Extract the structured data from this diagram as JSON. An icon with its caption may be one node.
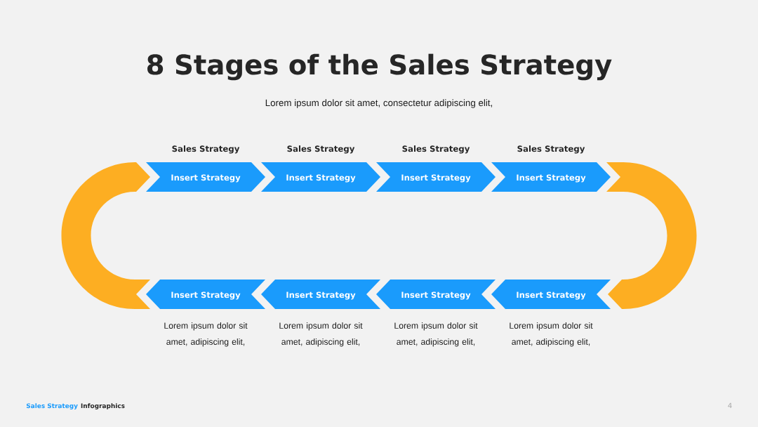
{
  "diagram": {
    "title": "8 Stages of the Sales Strategy",
    "nodes": [
      {
        "text": [],
        "shape": "arc"
      },
      {
        "text": [
          "Insert Strategy"
        ],
        "beside": [
          "Sales Strategy"
        ]
      },
      {
        "text": [
          "Insert Strategy"
        ],
        "beside": [
          "Sales Strategy"
        ]
      },
      {
        "text": [
          "Insert Strategy"
        ],
        "beside": [
          "Sales Strategy"
        ]
      },
      {
        "text": [
          "Insert Strategy"
        ],
        "beside": [
          "Sales Strategy"
        ]
      },
      {
        "text": [],
        "shape": "arc"
      },
      {
        "text": [
          "Insert Strategy"
        ],
        "beside": [
          "Lorem ipsum dolor sit amet, adipiscing elit,"
        ]
      },
      {
        "text": [
          "Insert Strategy"
        ],
        "beside": [
          "Lorem ipsum dolor sit amet, adipiscing elit,"
        ]
      },
      {
        "text": [
          "Insert Strategy"
        ],
        "beside": [
          "Lorem ipsum dolor sit amet, adipiscing elit,"
        ]
      },
      {
        "text": [
          "Insert Strategy"
        ],
        "beside": [
          "Lorem ipsum dolor sit amet, adipiscing elit,"
        ]
      }
    ],
    "labels": [
      "Lorem ipsum dolor sit amet, consectetur adipiscing elit,",
      "Sales Strategy",
      "Infographics",
      "4"
    ]
  }
}
